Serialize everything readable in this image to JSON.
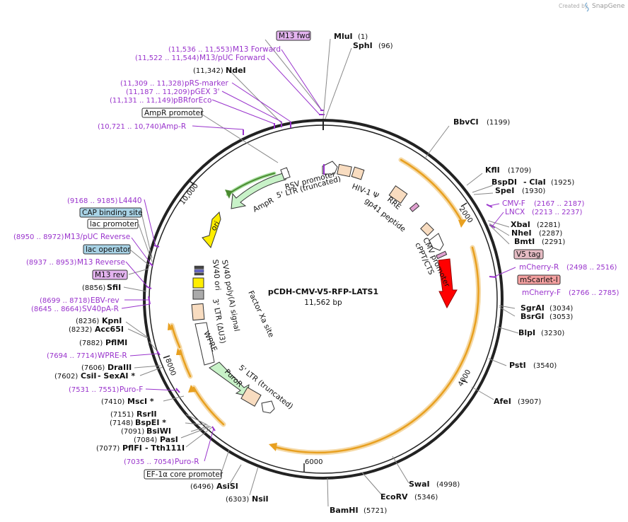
{
  "credit": {
    "created_by": "Created by",
    "brand": "SnapGene"
  },
  "plasmid": {
    "name": "pCDH-CMV-V5-RFP-LATS1",
    "length": "11,562 bp"
  },
  "ticks": [
    "2000",
    "4000",
    "6000",
    "8000",
    "10,000"
  ],
  "enzymes": [
    {
      "name": "MluI",
      "pos": "(1)"
    },
    {
      "name": "SphI",
      "pos": "(96)"
    },
    {
      "name": "BbvCI",
      "pos": "(1199)"
    },
    {
      "name": "KflI",
      "pos": "(1709)"
    },
    {
      "name": "BspDI",
      "name2": "ClaI",
      "pos": "(1925)"
    },
    {
      "name": "SpeI",
      "pos": "(1930)"
    },
    {
      "name": "XbaI",
      "pos": "(2281)"
    },
    {
      "name": "NheI",
      "pos": "(2287)"
    },
    {
      "name": "BmtI",
      "pos": "(2291)"
    },
    {
      "name": "SgrAI",
      "pos": "(3034)"
    },
    {
      "name": "BsrGI",
      "pos": "(3053)"
    },
    {
      "name": "BlpI",
      "pos": "(3230)"
    },
    {
      "name": "PstI",
      "pos": "(3540)"
    },
    {
      "name": "AfeI",
      "pos": "(3907)"
    },
    {
      "name": "SwaI",
      "pos": "(4998)"
    },
    {
      "name": "EcoRV",
      "pos": "(5346)"
    },
    {
      "name": "BamHI",
      "pos": "(5721)"
    },
    {
      "name": "NsiI",
      "pos": "(6303)"
    },
    {
      "name": "AsiSI",
      "pos": "(6496)"
    },
    {
      "name": "PflFI",
      "name2": "Tth111I",
      "pos": "(7077)"
    },
    {
      "name": "PasI",
      "pos": "(7084)"
    },
    {
      "name": "BsiWI",
      "pos": "(7091)"
    },
    {
      "name": "BspEI *",
      "pos": "(7148)"
    },
    {
      "name": "RsrII",
      "pos": "(7151)"
    },
    {
      "name": "MscI *",
      "pos": "(7410)"
    },
    {
      "name": "CsiI",
      "name2": "SexAI *",
      "pos": "(7602)"
    },
    {
      "name": "DraIII",
      "pos": "(7606)"
    },
    {
      "name": "PflMI",
      "pos": "(7882)"
    },
    {
      "name": "Acc65I",
      "pos": "(8232)"
    },
    {
      "name": "KpnI",
      "pos": "(8236)"
    },
    {
      "name": "SfiI",
      "pos": "(8856)"
    },
    {
      "name": "NdeI",
      "pos": "(11,342)"
    }
  ],
  "primers": [
    {
      "name": "M13 Forward",
      "pos": "(11,536 .. 11,553)"
    },
    {
      "name": "M13/pUC Forward",
      "pos": "(11,522 .. 11,544)"
    },
    {
      "name": "pRS-marker",
      "pos": "(11,309 .. 11,328)"
    },
    {
      "name": "pGEX 3'",
      "pos": "(11,187 .. 11,209)"
    },
    {
      "name": "pBRforEco",
      "pos": "(11,131 .. 11,149)"
    },
    {
      "name": "Amp-R",
      "pos": "(10,721 .. 10,740)"
    },
    {
      "name": "L4440",
      "pos": "(9168 .. 9185)"
    },
    {
      "name": "M13/pUC Reverse",
      "pos": "(8950 .. 8972)"
    },
    {
      "name": "M13 Reverse",
      "pos": "(8937 .. 8953)"
    },
    {
      "name": "EBV-rev",
      "pos": "(8699 .. 8718)"
    },
    {
      "name": "SV40pA-R",
      "pos": "(8645 .. 8664)"
    },
    {
      "name": "WPRE-R",
      "pos": "(7694 .. 7714)"
    },
    {
      "name": "Puro-F",
      "pos": "(7531 .. 7551)"
    },
    {
      "name": "Puro-R",
      "pos": "(7035 .. 7054)"
    },
    {
      "name": "CMV-F",
      "pos": "(2167 .. 2187)"
    },
    {
      "name": "LNCX",
      "pos": "(2213 .. 2237)"
    },
    {
      "name": "mCherry-R",
      "pos": "(2498 .. 2516)"
    },
    {
      "name": "mCherry-F",
      "pos": "(2766 .. 2785)"
    }
  ],
  "boxed_labels": [
    {
      "name": "M13 fwd",
      "color": "#e3b3ef"
    },
    {
      "name": "AmpR promoter",
      "color": "#ffffff"
    },
    {
      "name": "CAP binding site",
      "color": "#a8d3e6"
    },
    {
      "name": "lac promoter",
      "color": "#ffffff"
    },
    {
      "name": "lac operator",
      "color": "#a8d3e6"
    },
    {
      "name": "M13 rev",
      "color": "#e3b3ef"
    },
    {
      "name": "V5 tag",
      "color": "#e6bcc4"
    },
    {
      "name": "mScarlet-I",
      "color": "#f4a0a0"
    },
    {
      "name": "EF-1α core promoter",
      "color": "#ffffff"
    }
  ],
  "features": [
    "RSV promoter",
    "5' LTR (truncated)",
    "HIV-1 Ψ",
    "RRE",
    "gp41 peptide",
    "CMV promoter",
    "cPPT/CTS",
    "AmpR",
    "ori",
    "SV40 poly(A) signal",
    "SV40 ori",
    "3' LTR (ΔU3)",
    "Factor Xa site",
    "WPRE",
    "PuroR",
    "5' LTR (truncated)"
  ],
  "colors": {
    "backbone": "#222222",
    "orf_arrow": "#e8a020",
    "ampr": "#b8f0b8",
    "ori": "#ffee00",
    "mscarlet": "#ff0000",
    "ltr": "#f8dcc0",
    "puro": "#b8f0b8",
    "primer": "#9933cc"
  }
}
